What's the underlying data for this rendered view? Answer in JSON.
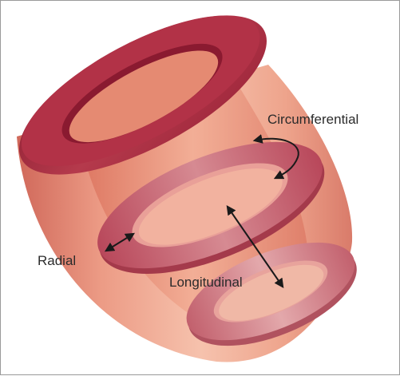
{
  "diagram": {
    "labels": {
      "circumferential": "Circumferential",
      "radial": "Radial",
      "longitudinal": "Longitudinal"
    },
    "colors": {
      "heart_wall": "#e8957e",
      "ring_dark": "#a4283e",
      "ring_light": "#d98a92",
      "arrow": "#1a1a1a"
    }
  }
}
